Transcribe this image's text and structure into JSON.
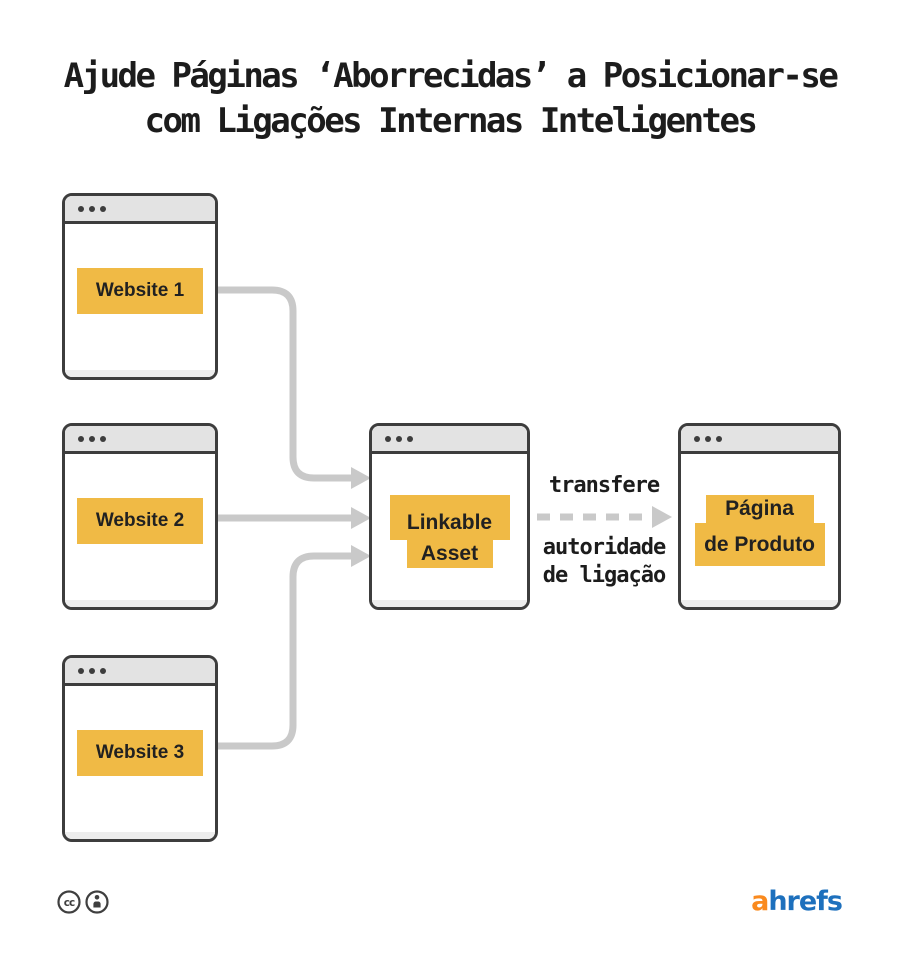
{
  "title": {
    "line1": "Ajude Páginas ‘Aborrecidas’ a Posicionar-se",
    "line2": "com Ligações Internas Inteligentes"
  },
  "windows": {
    "website1": {
      "label": "Website 1"
    },
    "website2": {
      "label": "Website 2"
    },
    "website3": {
      "label": "Website 3"
    },
    "linkable_asset": {
      "line1": "Linkable",
      "line2": "Asset"
    },
    "product_page": {
      "line1": "Página",
      "line2": "de Produto"
    }
  },
  "annotations": {
    "above_arrow": "transfere",
    "below_arrow_line1": "autoridade",
    "below_arrow_line2": "de ligação"
  },
  "diagram": {
    "type": "flow",
    "edges": [
      {
        "from": "Website 1",
        "to": "Linkable Asset",
        "style": "solid"
      },
      {
        "from": "Website 2",
        "to": "Linkable Asset",
        "style": "solid"
      },
      {
        "from": "Website 3",
        "to": "Linkable Asset",
        "style": "solid"
      },
      {
        "from": "Linkable Asset",
        "to": "Página de Produto",
        "style": "dashed",
        "label": "transfere autoridade de ligação"
      }
    ]
  },
  "footer": {
    "license": {
      "icons": [
        "cc-icon",
        "attribution-person-icon"
      ],
      "cc_text": "cc"
    },
    "brand": {
      "prefix": "a",
      "rest": "hrefs",
      "full": "ahrefs"
    }
  },
  "colors": {
    "accent_yellow": "#f0ba45",
    "arrow_gray": "#c9c9c9",
    "window_border": "#3d3d3d",
    "titlebar_gray": "#e3e3e3",
    "window_footer_gray": "#ededed",
    "text_dark": "#1c1c1c",
    "brand_orange": "#fa8a1e",
    "brand_blue": "#1d70bd"
  }
}
